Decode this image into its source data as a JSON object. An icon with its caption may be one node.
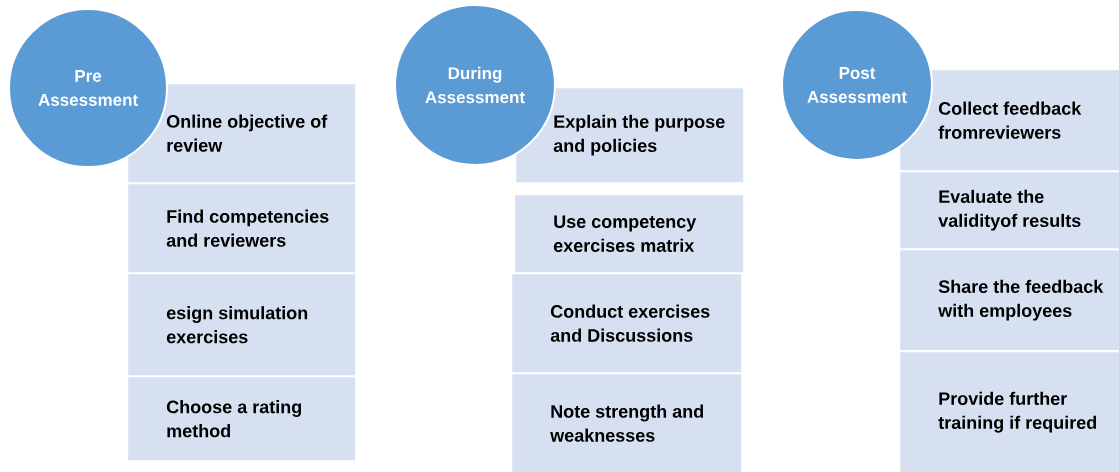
{
  "diagram": {
    "nodes": [
      {
        "text": [
          "Pre Assessment"
        ]
      },
      {
        "text": [
          "Online objective of review"
        ]
      },
      {
        "text": [
          "Find competencies and reviewers"
        ]
      },
      {
        "text": [
          "esign simulation exercises"
        ]
      },
      {
        "text": [
          "Choose a rating method"
        ]
      },
      {
        "text": [
          "During Assessment"
        ]
      },
      {
        "text": [
          "Explain the purpose and policies"
        ]
      },
      {
        "text": [
          "Use competency exercises matrix"
        ]
      },
      {
        "text": [
          "Conduct exercises and Discussions"
        ]
      },
      {
        "text": [
          "Note strength and weaknesses"
        ]
      },
      {
        "text": [
          "Post Assessment"
        ]
      },
      {
        "text": [
          "Collect feedback fromreviewers"
        ]
      },
      {
        "text": [
          "Evaluate the validityof results"
        ]
      },
      {
        "text": [
          "Share the feedback with employees"
        ]
      },
      {
        "text": [
          "Provide further training if required"
        ]
      }
    ]
  }
}
